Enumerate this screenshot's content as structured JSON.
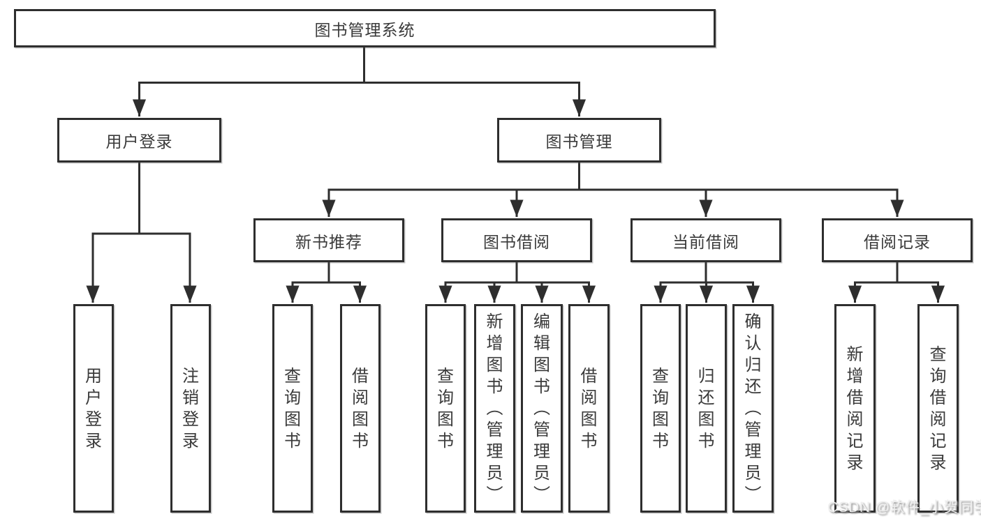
{
  "tree": {
    "root": {
      "label": "图书管理系统"
    },
    "level2": [
      {
        "label": "用户登录"
      },
      {
        "label": "图书管理"
      }
    ],
    "level3": [
      {
        "label": "新书推荐"
      },
      {
        "label": "图书借阅"
      },
      {
        "label": "当前借阅"
      },
      {
        "label": "借阅记录"
      }
    ],
    "leaves": {
      "user_login": [
        {
          "label": "用户登录"
        },
        {
          "label": "注销登录"
        }
      ],
      "new_books": [
        {
          "label": "查询图书"
        },
        {
          "label": "借阅图书"
        }
      ],
      "book_borrow": [
        {
          "label": "查询图书"
        },
        {
          "label": "新增图书（管理员）"
        },
        {
          "label": "编辑图书（管理员）"
        },
        {
          "label": "借阅图书"
        }
      ],
      "current_borrow": [
        {
          "label": "查询图书"
        },
        {
          "label": "归还图书"
        },
        {
          "label": "确认归还（管理员）"
        }
      ],
      "borrow_records": [
        {
          "label": "新增借阅记录"
        },
        {
          "label": "查询借阅记录"
        }
      ]
    }
  },
  "watermark": {
    "text": "CSDN @软件_小贺同学"
  },
  "colors": {
    "line": "#2e2e2e",
    "box_border": "#2e2e2e",
    "box_background": "#ffffff",
    "text": "#3a3a3a",
    "watermark_text": "#efefef"
  }
}
